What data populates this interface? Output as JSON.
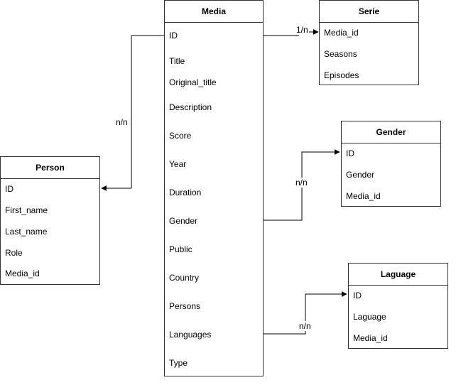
{
  "entities": {
    "media": {
      "title": "Media",
      "fields": [
        "ID",
        "Title",
        "Original_title",
        "Description",
        "Score",
        "Year",
        "Duration",
        "Gender",
        "Public",
        "Country",
        "Persons",
        "Languages",
        "Type"
      ]
    },
    "serie": {
      "title": "Serie",
      "fields": [
        "Media_id",
        "Seasons",
        "Episodes"
      ]
    },
    "gender": {
      "title": "Gender",
      "fields": [
        "ID",
        "Gender",
        "Media_id"
      ]
    },
    "person": {
      "title": "Person",
      "fields": [
        "ID",
        "First_name",
        "Last_name",
        "Role",
        "Media_id"
      ]
    },
    "language": {
      "title": "Laguage",
      "fields": [
        "ID",
        "Laguage",
        "Media_id"
      ]
    }
  },
  "relations": {
    "media_serie": "1/n",
    "media_person": "n/n",
    "media_gender": "n/n",
    "media_language": "n/n"
  },
  "colors": {
    "border": "#333333",
    "line": "#000000"
  }
}
